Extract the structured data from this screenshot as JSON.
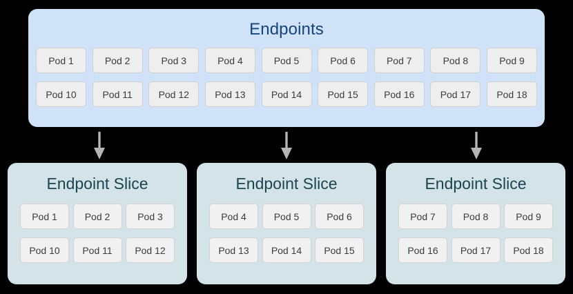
{
  "diagram": {
    "colors": {
      "background": "#000000",
      "endpoints_panel_fill": "#cfe2f7",
      "endpoints_title_color": "#14447c",
      "slice_panel_fill": "#d3e3e7",
      "slice_title_color": "#1b4450",
      "pod_chip_fill": "#eeeeee",
      "pod_chip_border": "#cfcfcf",
      "pod_chip_text": "#3b3b3b",
      "arrow_color": "#b5b5b5"
    },
    "endpoints": {
      "title": "Endpoints",
      "rows": [
        [
          "Pod 1",
          "Pod 2",
          "Pod 3",
          "Pod 4",
          "Pod 5",
          "Pod 6",
          "Pod 7",
          "Pod 8",
          "Pod 9"
        ],
        [
          "Pod 10",
          "Pod 11",
          "Pod 12",
          "Pod 13",
          "Pod 14",
          "Pod 15",
          "Pod 16",
          "Pod 17",
          "Pod 18"
        ]
      ]
    },
    "arrows": [
      {
        "name": "arrow-to-slice-1",
        "direction": "down"
      },
      {
        "name": "arrow-to-slice-2",
        "direction": "down"
      },
      {
        "name": "arrow-to-slice-3",
        "direction": "down"
      }
    ],
    "slices": [
      {
        "title": "Endpoint Slice",
        "rows": [
          [
            "Pod 1",
            "Pod 2",
            "Pod 3"
          ],
          [
            "Pod 10",
            "Pod 11",
            "Pod 12"
          ]
        ]
      },
      {
        "title": "Endpoint Slice",
        "rows": [
          [
            "Pod 4",
            "Pod 5",
            "Pod 6"
          ],
          [
            "Pod 13",
            "Pod 14",
            "Pod 15"
          ]
        ]
      },
      {
        "title": "Endpoint Slice",
        "rows": [
          [
            "Pod 7",
            "Pod 8",
            "Pod 9"
          ],
          [
            "Pod 16",
            "Pod 17",
            "Pod 18"
          ]
        ]
      }
    ]
  }
}
